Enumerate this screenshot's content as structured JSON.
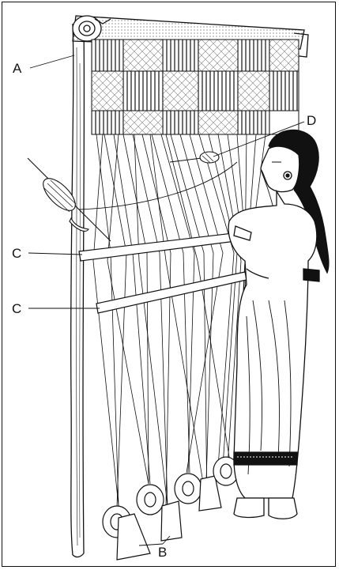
{
  "labels": {
    "a": "A",
    "b": "B",
    "c_upper": "C",
    "c_lower": "C",
    "d": "D"
  },
  "colors": {
    "ink": "#111111",
    "paper": "#ffffff",
    "band": "#1a1a1a"
  }
}
